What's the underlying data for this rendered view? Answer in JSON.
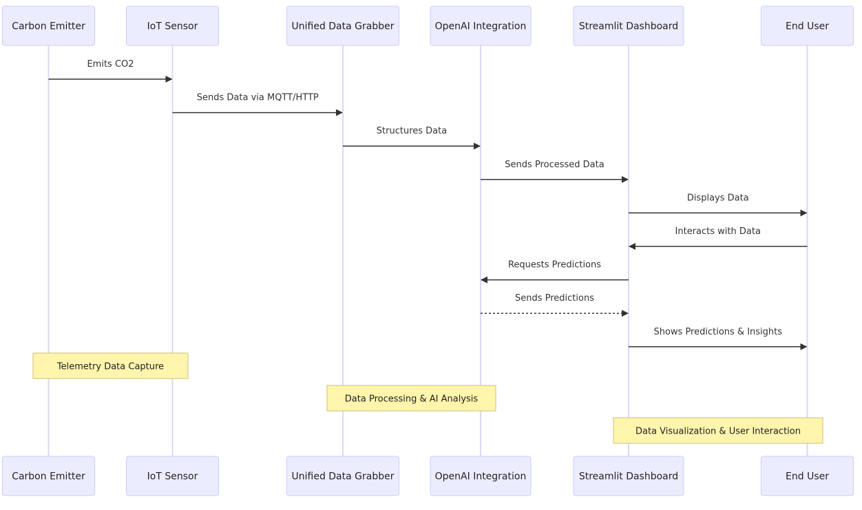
{
  "participants": [
    {
      "id": "emitter",
      "label": "Carbon Emitter"
    },
    {
      "id": "sensor",
      "label": "IoT Sensor"
    },
    {
      "id": "grabber",
      "label": "Unified Data Grabber"
    },
    {
      "id": "openai",
      "label": "OpenAI Integration"
    },
    {
      "id": "dashboard",
      "label": "Streamlit Dashboard"
    },
    {
      "id": "user",
      "label": "End User"
    }
  ],
  "messages": [
    {
      "from": "emitter",
      "to": "sensor",
      "label": "Emits CO2",
      "style": "solid"
    },
    {
      "from": "sensor",
      "to": "grabber",
      "label": "Sends Data via MQTT/HTTP",
      "style": "solid"
    },
    {
      "from": "grabber",
      "to": "openai",
      "label": "Structures Data",
      "style": "solid"
    },
    {
      "from": "openai",
      "to": "dashboard",
      "label": "Sends Processed Data",
      "style": "solid"
    },
    {
      "from": "dashboard",
      "to": "user",
      "label": "Displays Data",
      "style": "solid"
    },
    {
      "from": "user",
      "to": "dashboard",
      "label": "Interacts with Data",
      "style": "solid"
    },
    {
      "from": "dashboard",
      "to": "openai",
      "label": "Requests Predictions",
      "style": "solid"
    },
    {
      "from": "openai",
      "to": "dashboard",
      "label": "Sends Predictions",
      "style": "dotted"
    },
    {
      "from": "dashboard",
      "to": "user",
      "label": "Shows Predictions & Insights",
      "style": "solid"
    }
  ],
  "notes": [
    {
      "over": [
        "emitter",
        "sensor"
      ],
      "label": "Telemetry Data Capture"
    },
    {
      "over": [
        "grabber",
        "openai"
      ],
      "label": "Data Processing & AI Analysis"
    },
    {
      "over": [
        "dashboard",
        "user"
      ],
      "label": "Data Visualization & User Interaction"
    }
  ],
  "colors": {
    "actor_fill": "#ECECFF",
    "actor_stroke": "#CCCCFF",
    "lifeline": "#D9D9F2",
    "arrow": "#333333",
    "note_fill": "#FFF5AD",
    "note_stroke": "#C9C27A"
  }
}
